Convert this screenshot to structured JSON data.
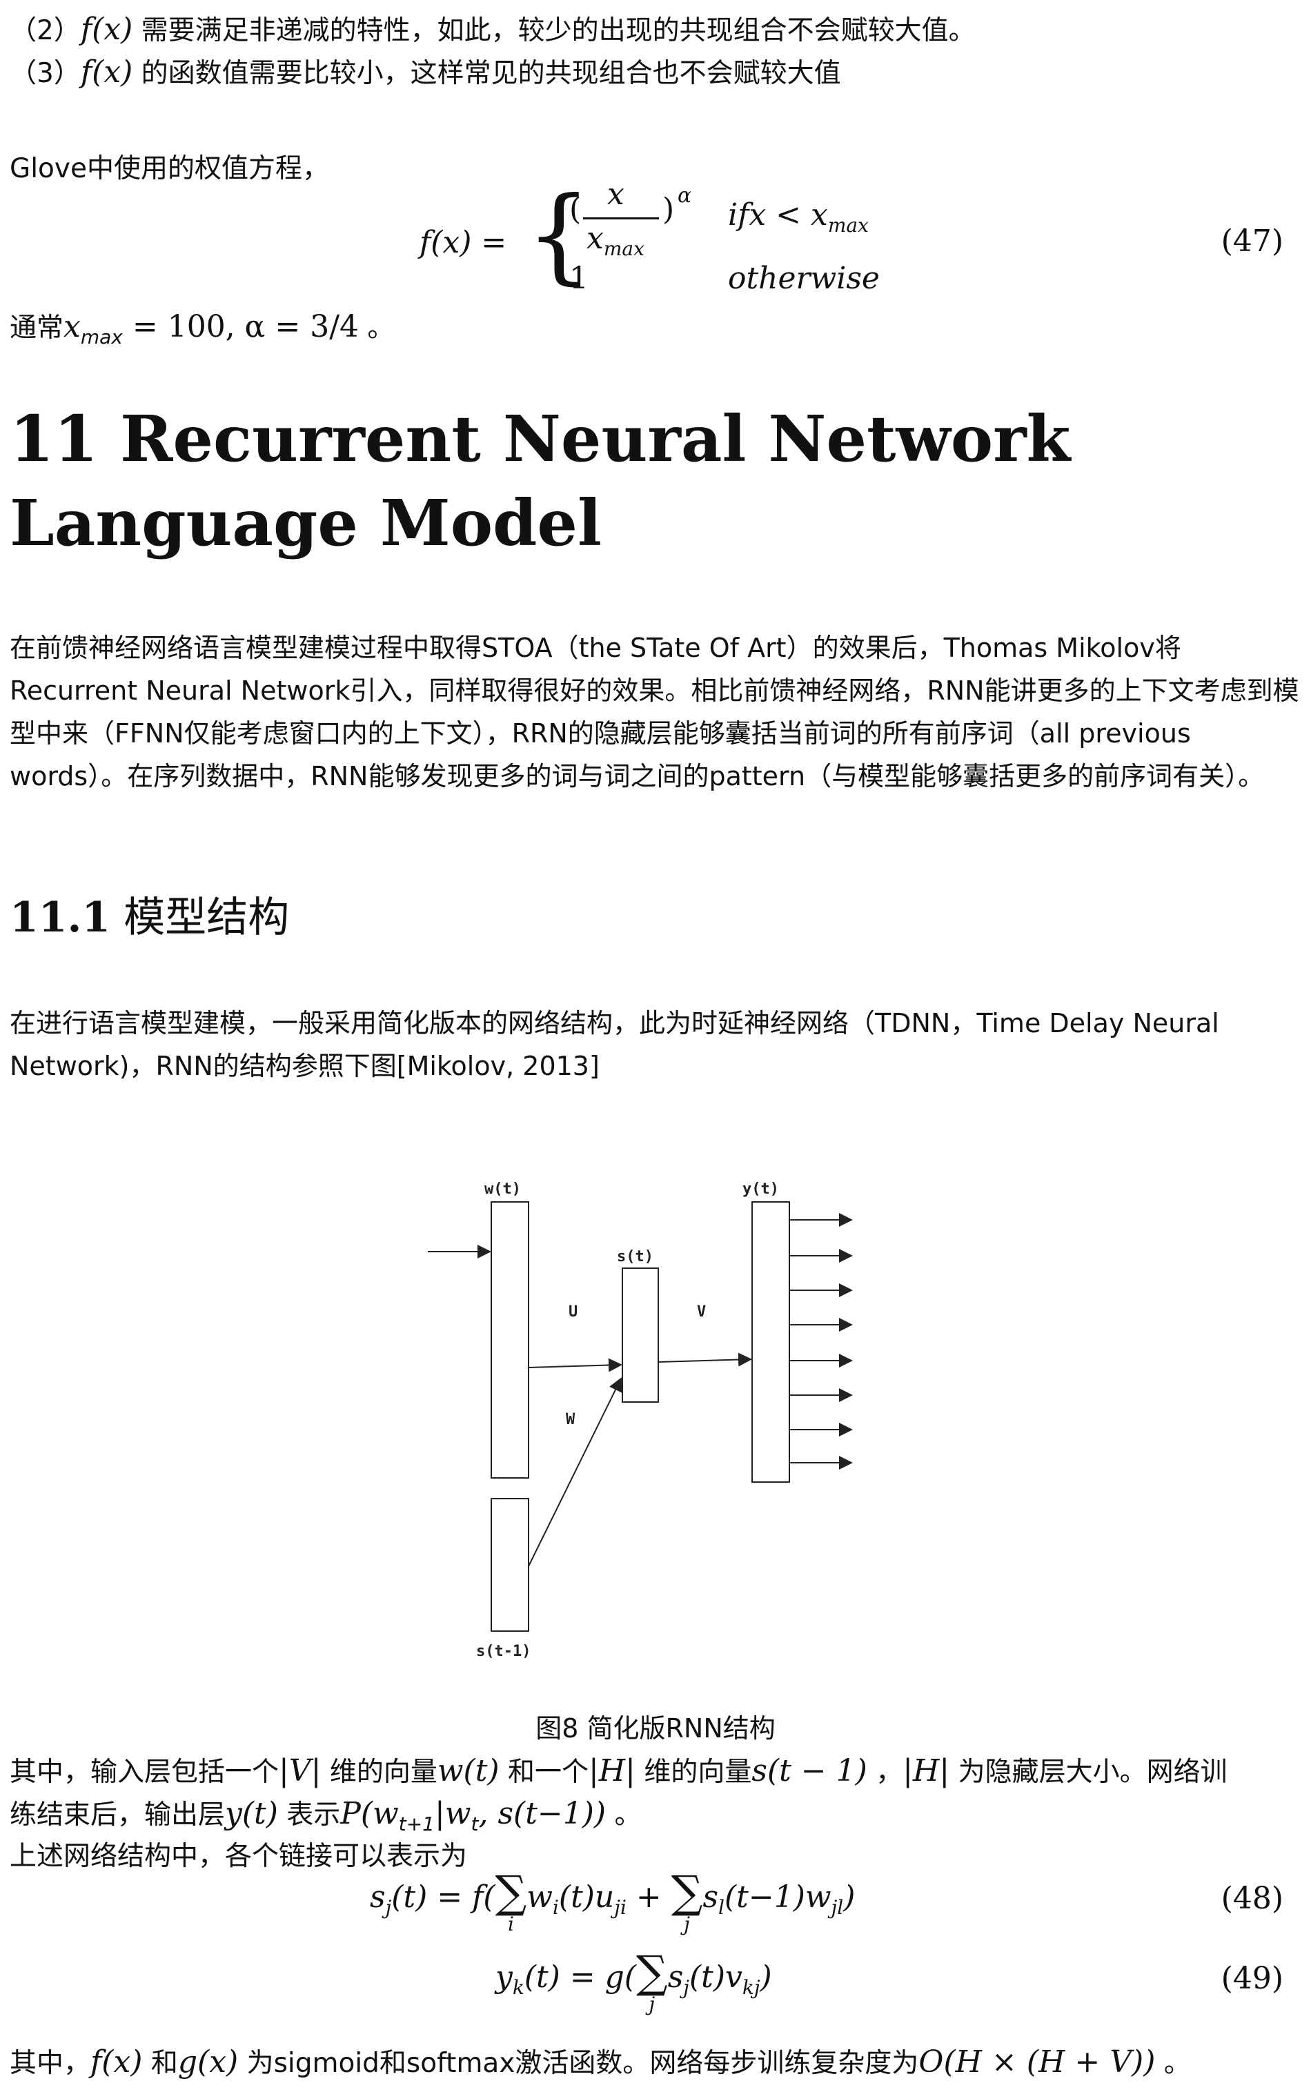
{
  "intro": {
    "item2_pre": "（2）",
    "item2_math": "f(x)",
    "item2_text": " 需要满足非递减的特性，如此，较少的出现的共现组合不会赋较大值。",
    "item3_pre": "（3）",
    "item3_math": "f(x)",
    "item3_text": " 的函数值需要比较小，这样常见的共现组合也不会赋较大值"
  },
  "glove": {
    "lead": "Glove中使用的权值方程，",
    "eq_lhs": "f(x) =",
    "case1_num": "x",
    "case1_den": "x",
    "case1_den_sub": "max",
    "case1_exp": "α",
    "case1_cond": "ifx < x",
    "case1_cond_sub": "max",
    "case2_val": "1",
    "case2_cond": "otherwise",
    "eq_number": "(47)",
    "note_pre": "通常",
    "note_math_x": "x",
    "note_math_sub": "max",
    "note_math_rest": " = 100, α = 3/4",
    "note_post": " 。"
  },
  "section": {
    "title": "11 Recurrent Neural Network Language Model",
    "para1": "在前馈神经网络语言模型建模过程中取得STOA（the STate Of Art）的效果后，Thomas Mikolov将Recurrent Neural Network引入，同样取得很好的效果。相比前馈神经网络，RNN能讲更多的上下文考虑到模型中来（FFNN仅能考虑窗口内的上下文），RRN的隐藏层能够囊括当前词的所有前序词（all previous words）。在序列数据中，RNN能够发现更多的词与词之间的pattern（与模型能够囊括更多的前序词有关）。"
  },
  "subsection": {
    "num": "11.1",
    "title": " 模型结构",
    "para": "在进行语言模型建模，一般采用简化版本的网络结构，此为时延神经网络（TDNN，Time Delay Neural Network)，RNN的结构参照下图[Mikolov, 2013]"
  },
  "figure": {
    "label_w": "w(t)",
    "label_s": "s(t)",
    "label_y": "y(t)",
    "label_sprev": "s(t-1)",
    "label_U": "U",
    "label_V": "V",
    "label_W": "W",
    "caption": "图8 简化版RNN结构"
  },
  "explain": {
    "l1_a": "其中，输入层包括一个",
    "l1_m1": "|V|",
    "l1_b": " 维的向量",
    "l1_m2": "w(t)",
    "l1_c": " 和一个",
    "l1_m3": "|H|",
    "l1_d": " 维的向量",
    "l1_m4": "s(t − 1)",
    "l1_e": " ，",
    "l1_m5": "|H|",
    "l1_f": " 为隐藏层大小。网络训",
    "l2_a": "练结束后，输出层",
    "l2_m1": "y(t)",
    "l2_b": " 表示",
    "l2_m2": "P(w",
    "l2_m2_sub": "t+1",
    "l2_m3": "|w",
    "l2_m3_sub": "t",
    "l2_m4": ", s(t−1))",
    "l2_c": " 。",
    "l3": "上述网络结构中，各个链接可以表示为"
  },
  "equations": {
    "eq48_lhs": "s",
    "eq48_lhs_sub": "j",
    "eq48_a": "(t) = f(",
    "eq48_sum1_sub": "i",
    "eq48_b": "w",
    "eq48_b_sub": "i",
    "eq48_c": "(t)u",
    "eq48_c_sub": "ji",
    "eq48_d": " + ",
    "eq48_sum2_sub": "j",
    "eq48_e": "s",
    "eq48_e_sub": "l",
    "eq48_f": "(t−1)w",
    "eq48_f_sub": "jl",
    "eq48_g": ")",
    "eq48_number": "(48)",
    "eq49_lhs": "y",
    "eq49_lhs_sub": "k",
    "eq49_a": "(t) = g(",
    "eq49_sum_sub": "j",
    "eq49_b": "s",
    "eq49_b_sub": "j",
    "eq49_c": "(t)v",
    "eq49_c_sub": "kj",
    "eq49_d": ")",
    "eq49_number": "(49)",
    "sum_symbol": "∑"
  },
  "closing": {
    "a": "其中，",
    "m1": "f(x)",
    "b": " 和",
    "m2": "g(x)",
    "c": " 为sigmoid和softmax激活函数。网络每步训练复杂度为",
    "m3": "O(H × (H + V))",
    "d": " 。"
  }
}
